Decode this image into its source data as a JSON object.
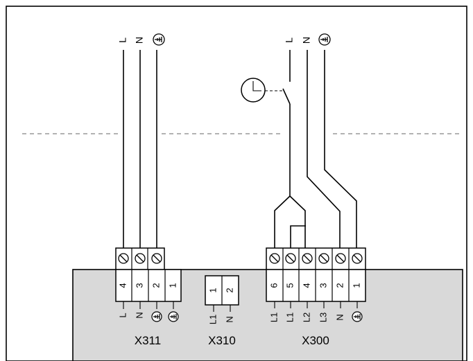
{
  "connectors": [
    {
      "name": "X311",
      "terminals": [
        "4",
        "3",
        "2",
        "1"
      ],
      "signals": [
        "L",
        "N",
        "⏚",
        "⏚"
      ],
      "supply_labels": [
        "L",
        "N",
        "⏚"
      ]
    },
    {
      "name": "X310",
      "terminals": [
        "1",
        "2"
      ],
      "signals": [
        "L1",
        "N"
      ]
    },
    {
      "name": "X300",
      "terminals": [
        "6",
        "5",
        "4",
        "3",
        "2",
        "1"
      ],
      "signals": [
        "L1",
        "L1",
        "L2",
        "L3",
        "N",
        "⏚"
      ],
      "supply_labels": [
        "L",
        "N",
        "⏚"
      ]
    }
  ],
  "colors": {
    "housing_fill": "#d9d9d9",
    "line": "#000000",
    "dashed_boundary": "#666666"
  },
  "icons": {
    "earth": "protective-earth-symbol",
    "timer": "clock-icon",
    "screw": "screw-terminal-icon"
  }
}
